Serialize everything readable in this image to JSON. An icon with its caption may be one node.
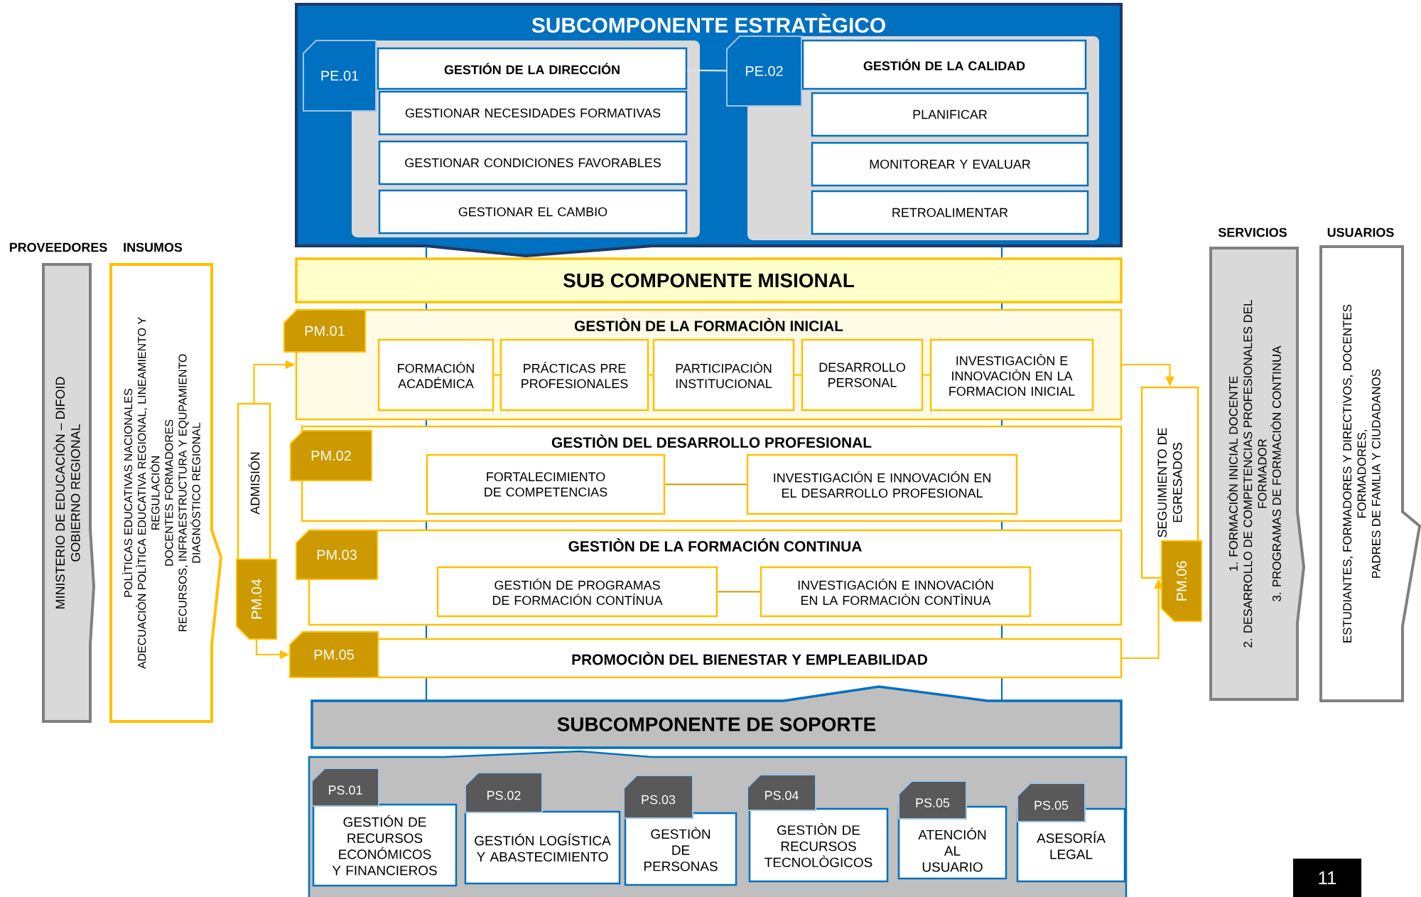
{
  "diagram": {
    "nodes": [
      {
        "text": [
          "SUBCOMPONENTE ESTRATÈGICO"
        ]
      },
      {
        "text": [],
        "shape": "box",
        "in": 0
      },
      {
        "text": [
          "PE.01"
        ],
        "in": 0
      },
      {
        "text": [
          "GESTIÓN DE LA DIRECCIÓN"
        ],
        "in": 1
      },
      {
        "text": [
          "GESTIONAR NECESIDADES FORMATIVAS"
        ],
        "in": 1
      },
      {
        "text": [
          "GESTIONAR CONDICIONES FAVORABLES"
        ],
        "in": 1
      },
      {
        "text": [
          "GESTIONAR EL CAMBIO"
        ],
        "in": 1
      },
      {
        "text": [],
        "shape": "box",
        "in": 0
      },
      {
        "text": [
          "PE.02"
        ],
        "in": 0
      },
      {
        "text": [
          "GESTIÓN DE LA CALIDAD"
        ],
        "in": 7
      },
      {
        "text": [
          "PLANIFICAR"
        ],
        "in": 7
      },
      {
        "text": [
          "MONITOREAR Y EVALUAR"
        ],
        "in": 7
      },
      {
        "text": [
          "RETROALIMENTAR"
        ],
        "in": 7
      },
      {
        "text": [
          "SUB COMPONENTE MISIONAL"
        ]
      },
      {
        "text": [
          "GESTIÒN DE LA FORMACIÒN INICIAL"
        ]
      },
      {
        "text": [
          "PM.01"
        ]
      },
      {
        "text": [
          "FORMACIÓN ACADÉMICA"
        ],
        "in": 14
      },
      {
        "text": [
          "PRÁCTICAS PRE PROFESIONALES"
        ],
        "in": 14
      },
      {
        "text": [
          "PARTICIPACIÒN INSTITUCIONAL"
        ],
        "in": 14
      },
      {
        "text": [
          "DESARROLLO PERSONAL"
        ],
        "in": 14
      },
      {
        "text": [
          "INVESTIGACIÒN E INNOVACIÒN EN LA FORMACION INICIAL"
        ],
        "in": 14
      },
      {
        "text": [
          "GESTIÒN DEL DESARROLLO PROFESIONAL"
        ]
      },
      {
        "text": [
          "PM.02"
        ]
      },
      {
        "text": [
          "FORTALECIMIENTO DE COMPETENCIAS"
        ],
        "in": 21
      },
      {
        "text": [
          "INVESTIGACIÓN E INNOVACIÓN EN EL DESARROLLO PROFESIONAL"
        ],
        "in": 21
      },
      {
        "text": [
          "GESTIÒN DE LA FORMACIÓN CONTINUA"
        ]
      },
      {
        "text": [
          "PM.03"
        ]
      },
      {
        "text": [
          "GESTIÓN DE PROGRAMAS DE FORMACIÓN CONTÍNUA"
        ],
        "in": 25
      },
      {
        "text": [
          "INVESTIGACIÓN E INNOVACIÓN EN LA FORMACIÒN CONTÌNUA"
        ],
        "in": 25
      },
      {
        "text": [
          "ADMISIÓN"
        ]
      },
      {
        "text": [
          "PM.04"
        ]
      },
      {
        "text": [
          "PROMOCIÒN DEL BIENESTAR Y EMPLEABILIDAD"
        ]
      },
      {
        "text": [
          "PM.05"
        ]
      },
      {
        "text": [
          "SEGUIMIENTO DE EGRESADOS"
        ]
      },
      {
        "text": [
          "PM.06"
        ]
      },
      {
        "text": [
          "SUBCOMPONENTE DE SOPORTE"
        ]
      },
      {
        "text": [],
        "shape": "box"
      },
      {
        "text": [
          "GESTIÓN DE RECURSOS ECONÓMICOS Y FINANCIEROS"
        ],
        "in": 36
      },
      {
        "text": [
          "PS.01"
        ],
        "in": 36
      },
      {
        "text": [
          "GESTIÓN LOGÍSTICA Y ABASTECIMIENTO"
        ],
        "in": 36
      },
      {
        "text": [
          "PS.02"
        ],
        "in": 36
      },
      {
        "text": [
          "GESTIÒN DE PERSONAS"
        ],
        "in": 36
      },
      {
        "text": [
          "PS.03"
        ],
        "in": 36
      },
      {
        "text": [
          "GESTIÒN DE RECURSOS TECNOLÒGICOS"
        ],
        "in": 36
      },
      {
        "text": [
          "PS.04"
        ],
        "in": 36
      },
      {
        "text": [
          "ATENCIÓN AL USUARIO"
        ],
        "in": 36
      },
      {
        "text": [
          "PS.05"
        ],
        "in": 36
      },
      {
        "text": [
          "ASESORÍA LEGAL"
        ],
        "in": 36
      },
      {
        "text": [
          "PS.05"
        ],
        "in": 36
      },
      {
        "text": [
          "PROVEEDORES",
          "MINISTERIO DE EDUCACIÒN – DIFOID",
          "GOBIERNO REGIONAL"
        ]
      },
      {
        "text": [
          "INSUMOS",
          "POLÌTICAS EDUCATIVAS NACIONALES",
          "ADECUACIÒN POLÌTICA EDUCATIVA REGIONAL, LINEAMIENTO Y REGULACIÒN",
          "DOCENTES FORMADORES",
          "RECURSOS, INFRAESTRUCTURA Y EQUPAMIENTO",
          "DIAGNÓSTICO REGIONAL"
        ]
      },
      {
        "text": [
          "SERVICIOS",
          "1. FORMACIÒN INICIAL DOCENTE",
          "2. DESARROLLO DE COMPETENCIAS PROFESIONALES DEL FORMADOR",
          "3. PROGRAMAS DE FORMACIÒN CONTINUA"
        ]
      },
      {
        "text": [
          "USUARIOS",
          "ESTUDIANTES, FORMADORES Y DIRECTIVOS, DOCENTES FORMADORES,",
          "PADRES DE FAMLIA Y CIUDADANOS"
        ]
      }
    ],
    "edges": [
      {
        "from": 3,
        "to": 8,
        "arrow": "none",
        "color": "#dae3f3"
      },
      {
        "from": 16,
        "to": 17,
        "arrow": "none",
        "color": "#ffc000"
      },
      {
        "from": 17,
        "to": 18,
        "arrow": "none",
        "color": "#ffc000"
      },
      {
        "from": 18,
        "to": 19,
        "arrow": "none",
        "color": "#ffc000"
      },
      {
        "from": 19,
        "to": 20,
        "arrow": "none",
        "color": "#ffc000"
      },
      {
        "from": 23,
        "to": 24,
        "arrow": "none",
        "color": "#c99a06"
      },
      {
        "from": 27,
        "to": 28,
        "arrow": "none",
        "color": "#c99a06"
      },
      {
        "from": 29,
        "to": 14,
        "arrow": "to",
        "color": "#ffc000"
      },
      {
        "from": 30,
        "to": 32,
        "arrow": "to",
        "color": "#ffc000"
      },
      {
        "from": 14,
        "to": 33,
        "arrow": "to",
        "color": "#ffc000"
      },
      {
        "from": 31,
        "to": 33,
        "arrow": "to",
        "color": "#ffc000"
      },
      {
        "from": 0,
        "to": 13,
        "arrow": "none"
      },
      {
        "from": 0,
        "to": 13,
        "arrow": "none"
      },
      {
        "from": 13,
        "to": 14,
        "arrow": "none"
      },
      {
        "from": 13,
        "to": 14,
        "arrow": "none"
      },
      {
        "from": 14,
        "to": 21,
        "arrow": "none"
      },
      {
        "from": 14,
        "to": 21,
        "arrow": "none"
      },
      {
        "from": 21,
        "to": 25,
        "arrow": "none"
      },
      {
        "from": 21,
        "to": 25,
        "arrow": "none"
      },
      {
        "from": 25,
        "to": 31,
        "arrow": "none"
      },
      {
        "from": 25,
        "to": 31,
        "arrow": "none"
      },
      {
        "from": 31,
        "to": 35,
        "arrow": "none"
      },
      {
        "from": 31,
        "to": 35,
        "arrow": "none"
      }
    ],
    "labels": [
      "11"
    ]
  }
}
